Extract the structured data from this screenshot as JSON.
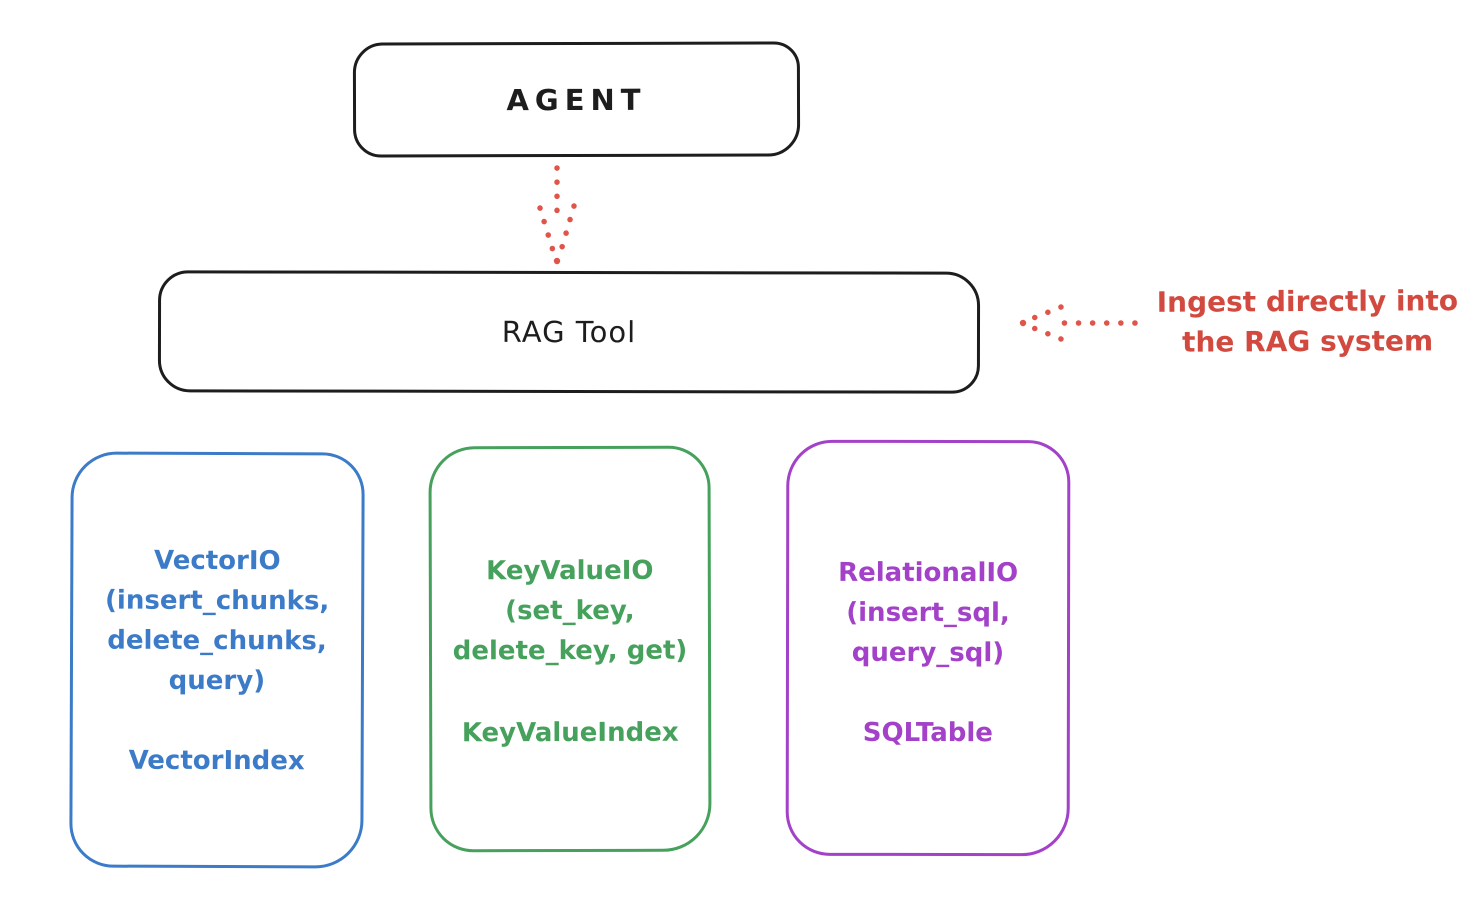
{
  "colors": {
    "ink": "#1d1d1d",
    "red": "#d24a3f",
    "arrow_red": "#df5549",
    "blue": "#3c7bc8",
    "green": "#46a15c",
    "purple": "#a341c8",
    "background": "#ffffff"
  },
  "agent": {
    "label": "AGENT"
  },
  "rag_tool": {
    "label": "RAG Tool"
  },
  "annotation": {
    "lines": [
      "Ingest directly into",
      "the RAG system"
    ]
  },
  "arrows": [
    {
      "name": "agent-to-rag-tool",
      "style": "dotted",
      "direction": "down"
    },
    {
      "name": "annotation-to-rag-tool",
      "style": "dotted",
      "direction": "left"
    }
  ],
  "backends": [
    {
      "name": "vector-io",
      "color": "#3c7bc8",
      "lines": [
        "VectorIO",
        "(insert_chunks,",
        "delete_chunks,",
        "query)"
      ],
      "index_label": "VectorIndex"
    },
    {
      "name": "keyvalue-io",
      "color": "#46a15c",
      "lines": [
        "KeyValueIO",
        "(set_key,",
        "delete_key, get)"
      ],
      "index_label": "KeyValueIndex"
    },
    {
      "name": "relational-io",
      "color": "#a341c8",
      "lines": [
        "RelationalIO",
        "(insert_sql,",
        "query_sql)"
      ],
      "index_label": "SQLTable"
    }
  ]
}
